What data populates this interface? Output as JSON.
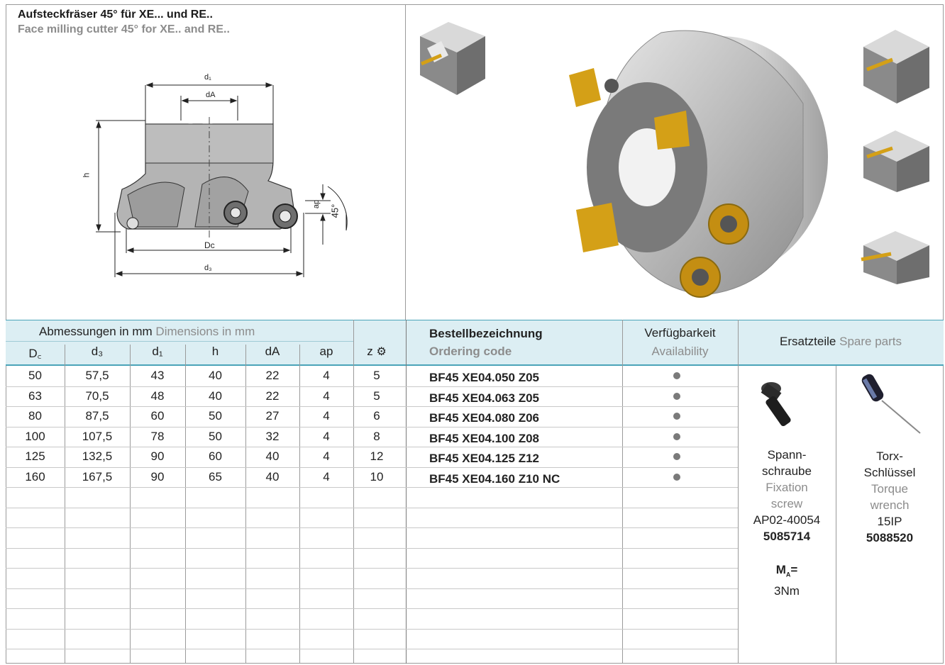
{
  "header": {
    "title_de": "Aufsteckfräser 45° für XE... und RE..",
    "title_en": "Face milling cutter 45° for XE.. and RE.."
  },
  "drawing_labels": {
    "d1": "d₁",
    "dA": "dA",
    "h": "h",
    "ap": "ap",
    "angle": "45°",
    "Dc": "Dc",
    "d3": "d₃"
  },
  "table": {
    "dimensions_de": "Abmessungen in mm",
    "dimensions_en": "Dimensions in mm",
    "columns": [
      "D꜀",
      "d₃",
      "d₁",
      "h",
      "dA",
      "ap",
      "z"
    ],
    "ordering_de": "Bestellbezeichnung",
    "ordering_en": "Ordering code",
    "availability_de": "Verfügbarkeit",
    "availability_en": "Availability",
    "spare_de": "Ersatzteile",
    "spare_en": "Spare parts",
    "rows": [
      {
        "Dc": "50",
        "d3": "57,5",
        "d1": "43",
        "h": "40",
        "dA": "22",
        "ap": "4",
        "z": "5",
        "code": "BF45 XE04.050 Z05"
      },
      {
        "Dc": "63",
        "d3": "70,5",
        "d1": "48",
        "h": "40",
        "dA": "22",
        "ap": "4",
        "z": "5",
        "code": "BF45 XE04.063 Z05"
      },
      {
        "Dc": "80",
        "d3": "87,5",
        "d1": "60",
        "h": "50",
        "dA": "27",
        "ap": "4",
        "z": "6",
        "code": "BF45 XE04.080 Z06"
      },
      {
        "Dc": "100",
        "d3": "107,5",
        "d1": "78",
        "h": "50",
        "dA": "32",
        "ap": "4",
        "z": "8",
        "code": "BF45 XE04.100 Z08"
      },
      {
        "Dc": "125",
        "d3": "132,5",
        "d1": "90",
        "h": "60",
        "dA": "40",
        "ap": "4",
        "z": "12",
        "code": "BF45 XE04.125 Z12"
      },
      {
        "Dc": "160",
        "d3": "167,5",
        "d1": "90",
        "h": "65",
        "dA": "40",
        "ap": "4",
        "z": "10",
        "code": "BF45 XE04.160 Z10 NC"
      }
    ]
  },
  "spare_parts": {
    "screw": {
      "name_de_1": "Spann-",
      "name_de_2": "schraube",
      "name_en_1": "Fixation",
      "name_en_2": "screw",
      "part": "AP02-40054",
      "number": "5085714",
      "torque_label": "M",
      "torque_sub": "A",
      "torque_eq": "=",
      "torque_value": "3Nm"
    },
    "wrench": {
      "name_de_1": "Torx-",
      "name_de_2": "Schlüssel",
      "name_en_1": "Torque",
      "name_en_2": "wrench",
      "size": "15IP",
      "number": "5088520"
    }
  },
  "colors": {
    "header_bg": "#dceef3",
    "accent": "#4aa3b8",
    "insert_gold": "#d4a017",
    "body_grey": "#a8a8a8"
  }
}
